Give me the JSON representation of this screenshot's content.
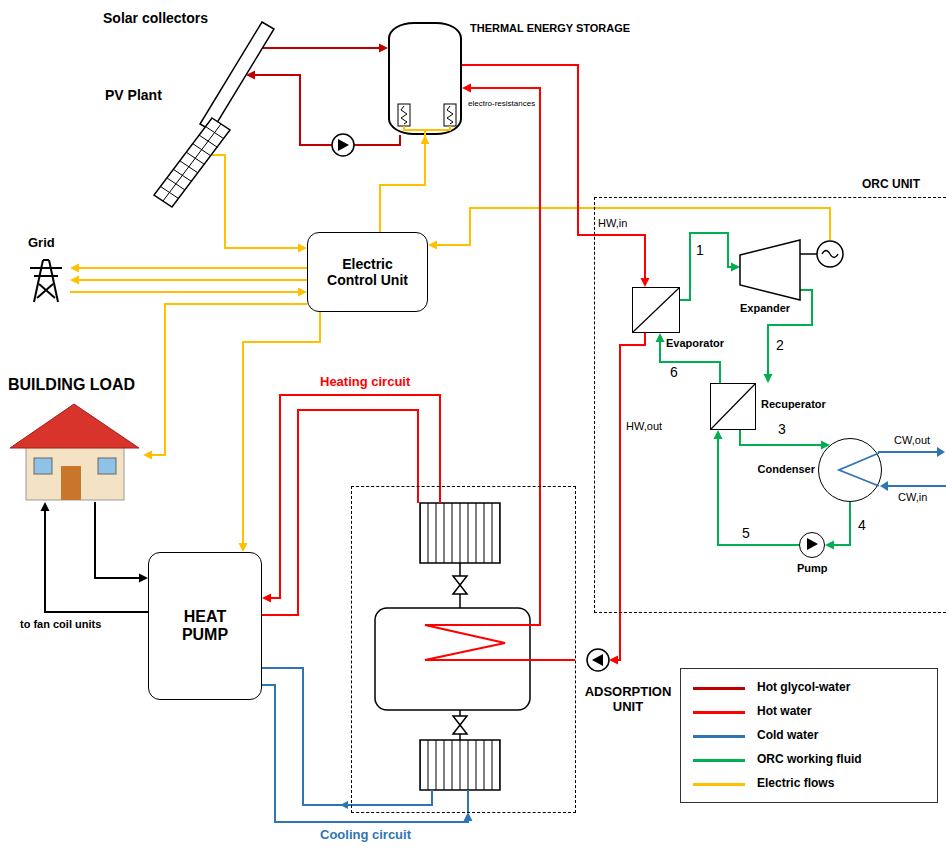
{
  "diagram": {
    "nodes": [
      {
        "text": [
          "Solar collectors"
        ]
      },
      {
        "text": [
          "PV Plant"
        ]
      },
      {
        "text": [
          "THERMAL ENERGY STORAGE"
        ]
      },
      {
        "text": [
          "Grid"
        ]
      },
      {
        "text": [
          "Electric Control Unit"
        ]
      },
      {
        "text": [
          "BUILDING LOAD"
        ]
      },
      {
        "text": [
          "HEAT PUMP"
        ]
      },
      {
        "text": [
          "ADSORPTION UNIT"
        ]
      },
      {
        "text": [
          "ORC UNIT"
        ]
      },
      {
        "text": [
          "Evaporator"
        ],
        "in": 8
      },
      {
        "text": [
          "Expander"
        ],
        "in": 8
      },
      {
        "text": [
          "Recuperator"
        ],
        "in": 8
      },
      {
        "text": [
          "Condenser"
        ],
        "in": 8
      },
      {
        "text": [
          "Pump"
        ],
        "in": 8
      }
    ],
    "edges": [
      {
        "from": 0,
        "to": 2,
        "arrow": "to"
      },
      {
        "from": 2,
        "to": 0,
        "arrow": "to"
      },
      {
        "from": 1,
        "to": 4,
        "arrow": "to"
      },
      {
        "from": 4,
        "to": 2,
        "arrow": "to"
      },
      {
        "from": 4,
        "to": 3,
        "arrow": "to"
      },
      {
        "from": 4,
        "to": 3,
        "arrow": "to"
      },
      {
        "from": 3,
        "to": 4,
        "arrow": "to"
      },
      {
        "from": 4,
        "to": 5,
        "arrow": "to"
      },
      {
        "from": 4,
        "to": 6,
        "arrow": "to"
      },
      {
        "from": 10,
        "to": 4,
        "arrow": "to"
      },
      {
        "from": 2,
        "to": 9,
        "arrow": "to"
      },
      {
        "from": 9,
        "to": 7,
        "arrow": "to"
      },
      {
        "from": 7,
        "to": 2,
        "arrow": "to"
      },
      {
        "from": 7,
        "to": 6,
        "label": "Heating circuit",
        "arrow": "to"
      },
      {
        "from": 6,
        "to": 7,
        "label": "Cooling circuit",
        "arrow": "to"
      },
      {
        "from": 5,
        "to": 6,
        "arrow": "to"
      },
      {
        "from": 6,
        "to": 5,
        "arrow": "to"
      },
      {
        "from": 9,
        "to": 10,
        "arrow": "to"
      },
      {
        "from": 10,
        "to": 11,
        "arrow": "to"
      },
      {
        "from": 11,
        "to": 12,
        "arrow": "to"
      },
      {
        "from": 12,
        "to": 13,
        "arrow": "to"
      },
      {
        "from": 13,
        "to": 11,
        "arrow": "to"
      },
      {
        "from": 11,
        "to": 9,
        "arrow": "to"
      }
    ],
    "labels": [
      "electro-resistances",
      "HW,in",
      "1",
      "2",
      "3",
      "4",
      "5",
      "6",
      "CW,out",
      "CW,in",
      "HW,out",
      "to fan coil units"
    ],
    "legend": [
      {
        "text": "Hot glycol-water",
        "color": "#c00000"
      },
      {
        "text": "Hot water",
        "color": "#ff0000"
      },
      {
        "text": "Cold water",
        "color": "#2e75b6"
      },
      {
        "text": "ORC working fluid",
        "color": "#00b050"
      },
      {
        "text": "Electric flows",
        "color": "#ffc000"
      }
    ]
  }
}
